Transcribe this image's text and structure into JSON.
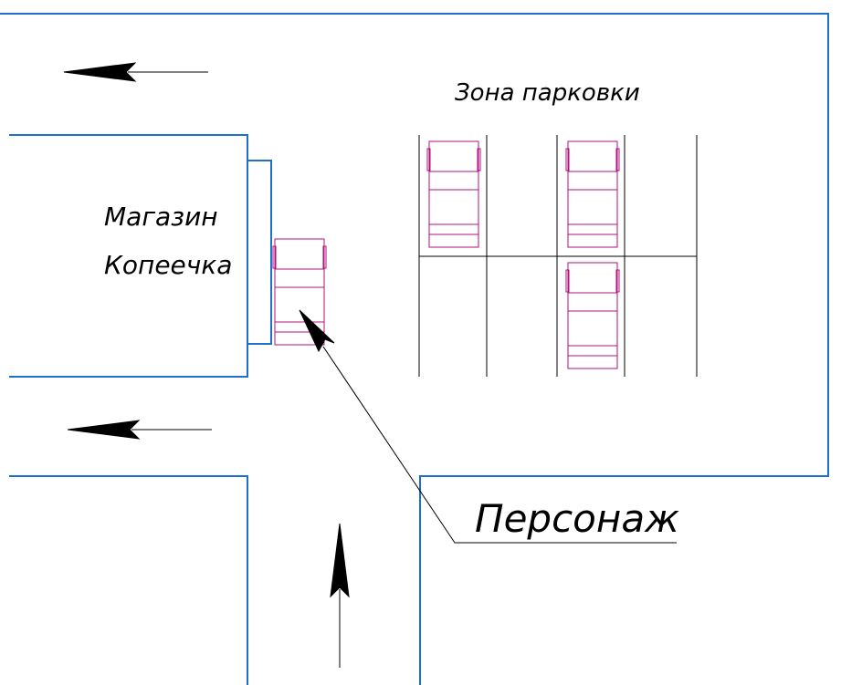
{
  "labels": {
    "parking_zone": "Зона парковки",
    "shop_line1": "Магазин",
    "shop_line2": "Копеечка",
    "character": "Персонаж"
  },
  "colors": {
    "road": "#1f6fd1",
    "car": "#b0107a",
    "line": "#000000",
    "background": "#ffffff"
  }
}
